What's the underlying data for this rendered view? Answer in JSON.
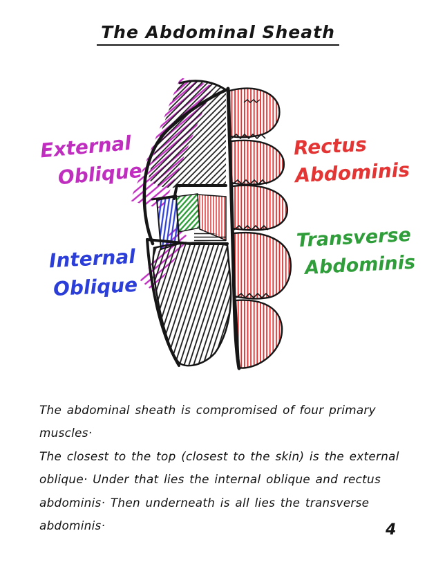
{
  "page": {
    "title": "The Abdominal Sheath",
    "page_number": "4"
  },
  "labels": {
    "external_oblique": {
      "line1": "External",
      "line2": "Oblique"
    },
    "internal_oblique": {
      "line1": "Internal",
      "line2": "Oblique"
    },
    "rectus_abdominis": {
      "line1": "Rectus",
      "line2": "Abdominis"
    },
    "transverse_abdominis": {
      "line1": "Transverse",
      "line2": "Abdominis"
    }
  },
  "paragraph": {
    "lines": [
      "The abdominal sheath is compromised of four primary muscles·",
      "The closest to the top (closest to the skin) is the external",
      "oblique·  Under that lies the internal oblique and rectus",
      "abdominis·  Then underneath is all lies the transverse abdominis·"
    ]
  },
  "colors": {
    "magenta": "#c02ec0",
    "blue": "#2c3ed8",
    "red": "#e43535",
    "green": "#2f9e3a",
    "ink": "#161616"
  }
}
